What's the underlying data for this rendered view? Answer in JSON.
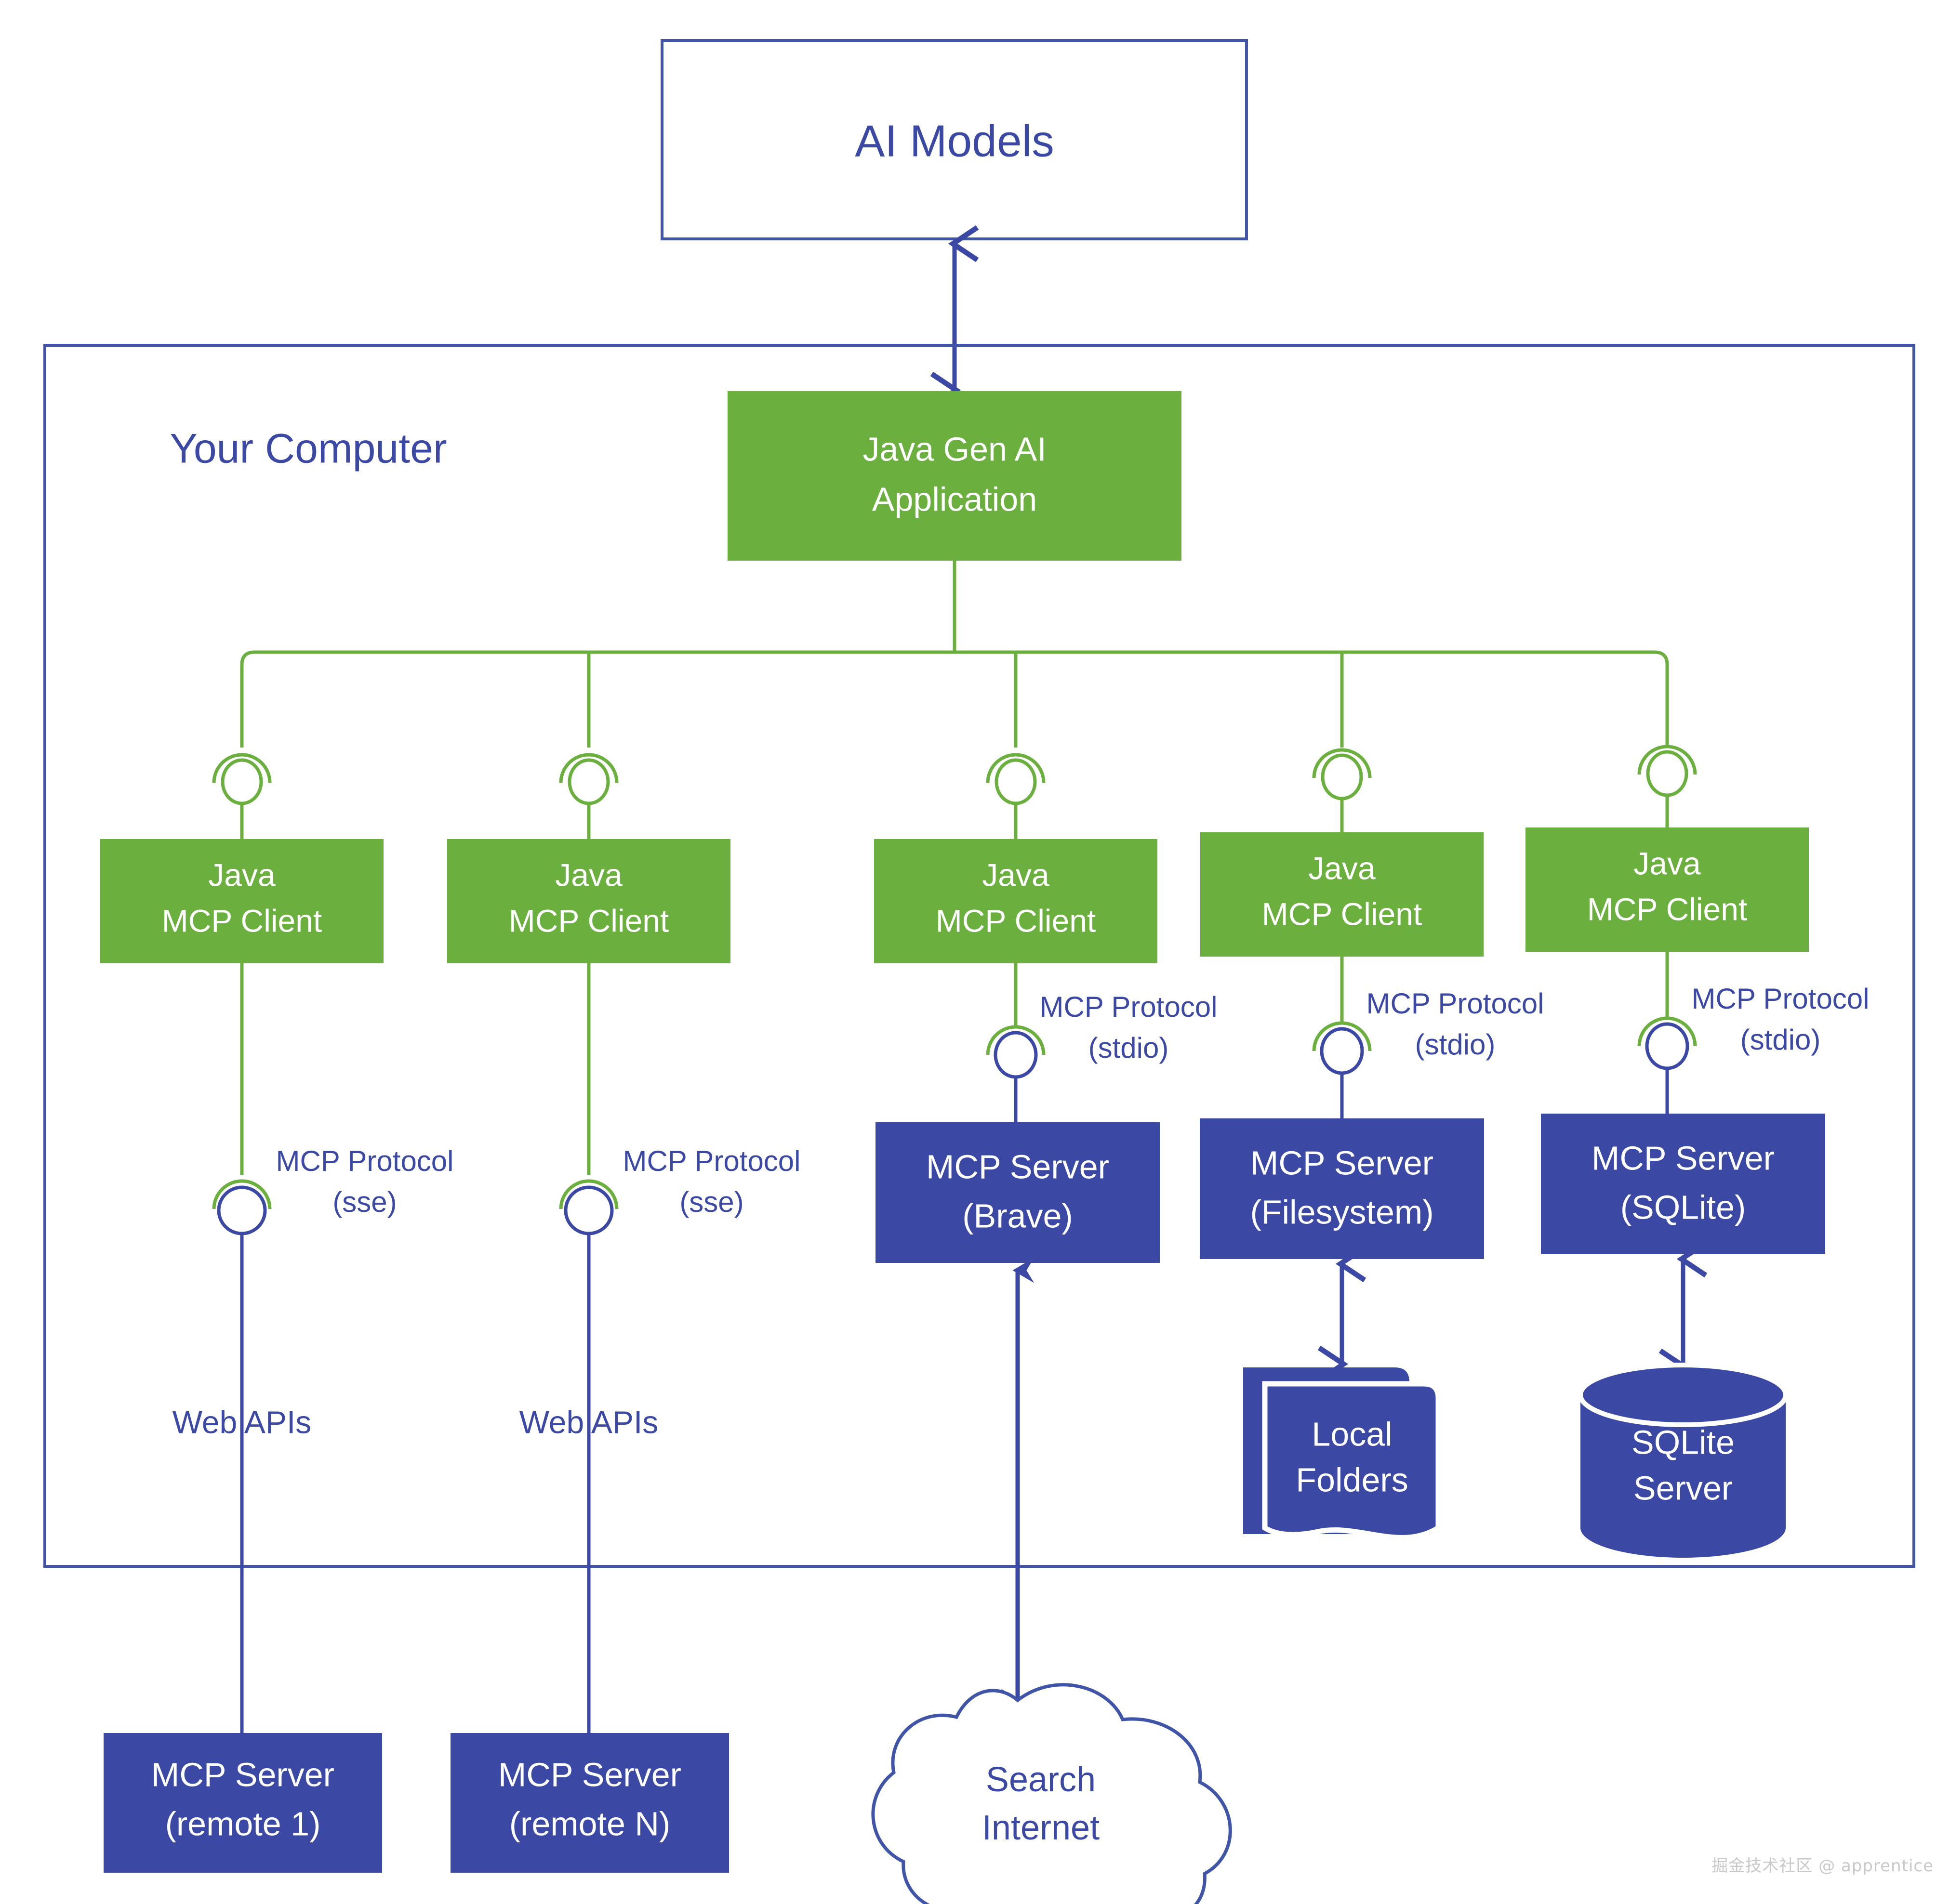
{
  "diagram": {
    "title": "Java MCP Architecture",
    "colors": {
      "green_fill": "#6bb03f",
      "green_stroke": "#6bb03f",
      "blue_fill": "#3b49a5",
      "blue_stroke": "#4055a8",
      "blue_text": "#3b49a5",
      "white_text": "#ffffff",
      "background": "#ffffff",
      "watermark": "#c9c9c9"
    },
    "boundary": {
      "label": "Your Computer"
    },
    "ai_models": {
      "label": "AI Models"
    },
    "application": {
      "line1": "Java Gen AI",
      "line2": "Application"
    },
    "clients": [
      {
        "line1": "Java",
        "line2": "MCP Client"
      },
      {
        "line1": "Java",
        "line2": "MCP Client"
      },
      {
        "line1": "Java",
        "line2": "MCP Client"
      },
      {
        "line1": "Java",
        "line2": "MCP Client"
      },
      {
        "line1": "Java",
        "line2": "MCP Client"
      }
    ],
    "protocol_labels": [
      {
        "line1": "MCP Protocol",
        "line2": "(sse)"
      },
      {
        "line1": "MCP Protocol",
        "line2": "(sse)"
      },
      {
        "line1": "MCP Protocol",
        "line2": "(stdio)"
      },
      {
        "line1": "MCP Protocol",
        "line2": "(stdio)"
      },
      {
        "line1": "MCP Protocol",
        "line2": "(stdio)"
      }
    ],
    "web_api_labels": [
      {
        "text": "Web APIs"
      },
      {
        "text": "Web APIs"
      }
    ],
    "local_servers": [
      {
        "line1": "MCP Server",
        "line2": "(Brave)"
      },
      {
        "line1": "MCP Server",
        "line2": "(Filesystem)"
      },
      {
        "line1": "MCP Server",
        "line2": "(SQLite)"
      }
    ],
    "remote_servers": [
      {
        "line1": "MCP Server",
        "line2": "(remote 1)"
      },
      {
        "line1": "MCP Server",
        "line2": "(remote N)"
      }
    ],
    "resources": {
      "folders": {
        "line1": "Local",
        "line2": "Folders"
      },
      "database": {
        "line1": "SQLite",
        "line2": "Server"
      },
      "cloud": {
        "line1": "Search",
        "line2": "Internet"
      }
    },
    "watermark": "掘金技术社区 @ apprentice"
  }
}
